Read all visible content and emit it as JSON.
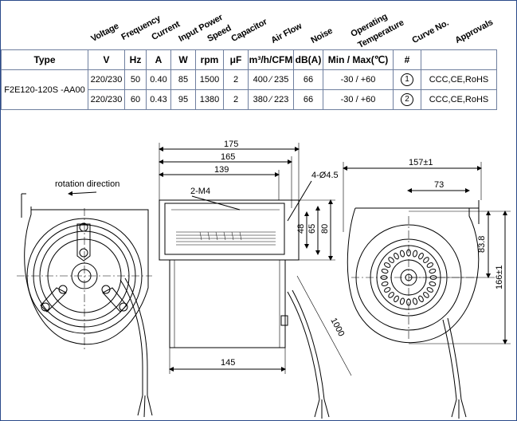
{
  "headers": [
    "Voltage",
    "Frequency",
    "Current",
    "Input Power",
    "Speed",
    "Capacitor",
    "Air Flow",
    "Noise",
    "Operating",
    "Temperature",
    "Curve No.",
    "Approvals"
  ],
  "type_label": "Type",
  "units": [
    "V",
    "Hz",
    "A",
    "W",
    "rpm",
    "μF",
    "m³/h/CFM",
    "dB(A)",
    "Min / Max(℃)",
    "#",
    ""
  ],
  "model": "F2E120-120S -AA00",
  "rows": [
    {
      "voltage": "220/230",
      "frequency": "50",
      "current": "0.40",
      "power": "85",
      "speed": "1500",
      "capacitor": "2",
      "airflow": "400 ∕ 235",
      "noise": "66",
      "temperature": "-30 / +60",
      "curve": "1",
      "approvals": "CCC,CE,RoHS"
    },
    {
      "voltage": "220/230",
      "frequency": "60",
      "current": "0.43",
      "power": "95",
      "speed": "1380",
      "capacitor": "2",
      "airflow": "380 ∕ 223",
      "noise": "66",
      "temperature": "-30 / +60",
      "curve": "2",
      "approvals": "CCC,CE,RoHS"
    }
  ],
  "drawing": {
    "rotation_label": "rotation direction",
    "labels": {
      "thread": "2-M4",
      "holes": "4-Ø4.5"
    },
    "dims": {
      "width_175": "175",
      "width_165": "165",
      "width_139": "139",
      "width_145": "145",
      "h_48": "48",
      "h_65": "65",
      "h_80": "80",
      "cable_length": "1000",
      "depth_157": "157±1",
      "depth_73": "73",
      "h_83_8": "83.8",
      "h_166": "166±1"
    }
  }
}
